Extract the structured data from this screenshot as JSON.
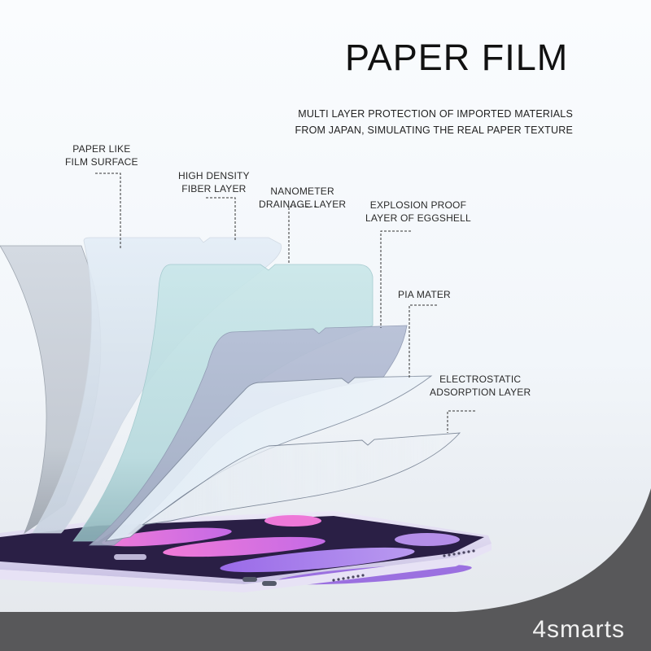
{
  "header": {
    "title": "PAPER FILM",
    "subtitle_line1": "MULTI LAYER PROTECTION OF IMPORTED MATERIALS",
    "subtitle_line2": "FROM JAPAN, SIMULATING THE REAL PAPER TEXTURE"
  },
  "layers": [
    {
      "line1": "PAPER LIKE",
      "line2": "FILM SURFACE"
    },
    {
      "line1": "HIGH DENSITY",
      "line2": "FIBER LAYER"
    },
    {
      "line1": "NANOMETER",
      "line2": "DRAINAGE LAYER"
    },
    {
      "line1": "EXPLOSION PROOF",
      "line2": "LAYER OF EGGSHELL"
    },
    {
      "line1": "PIA MATER",
      "line2": ""
    },
    {
      "line1": "ELECTROSTATIC",
      "line2": "ADSORPTION LAYER"
    }
  ],
  "brand": {
    "name": "4smarts"
  },
  "colors": {
    "background": "#f6f9fc",
    "footer_band": "#58585a",
    "title_text": "#111111",
    "layer_grey": "#c9d0d9",
    "layer_pale_blue": "#dde9f3",
    "layer_teal": "#bfe0e3",
    "layer_slate": "#b3bdd4",
    "layer_clear": "#e6f0f8",
    "tablet_frame": "#d9d2ee",
    "screen_dark": "#2a1f45",
    "screen_pink": "#e46ad8",
    "screen_purple": "#a57ee6"
  }
}
